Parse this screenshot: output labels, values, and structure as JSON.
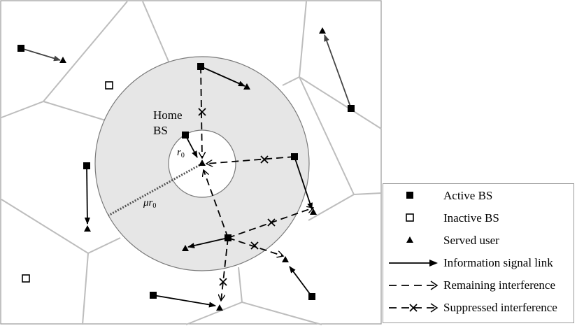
{
  "labels": {
    "home_bs_line1": "Home",
    "home_bs_line2": "BS",
    "r0": "r",
    "r0_sub": "0",
    "mu_r0": "μr",
    "mu_r0_sub": "0"
  },
  "legend": {
    "active_bs": "Active BS",
    "inactive_bs": "Inactive BS",
    "served_user": "Served user",
    "info_link": "Information signal link",
    "remaining": "Remaining interference",
    "suppressed": "Suppressed interference"
  },
  "colors": {
    "cell_edges": "#bdbdbd",
    "annulus_fill": "#e6e6e6",
    "bs": "#000000"
  }
}
